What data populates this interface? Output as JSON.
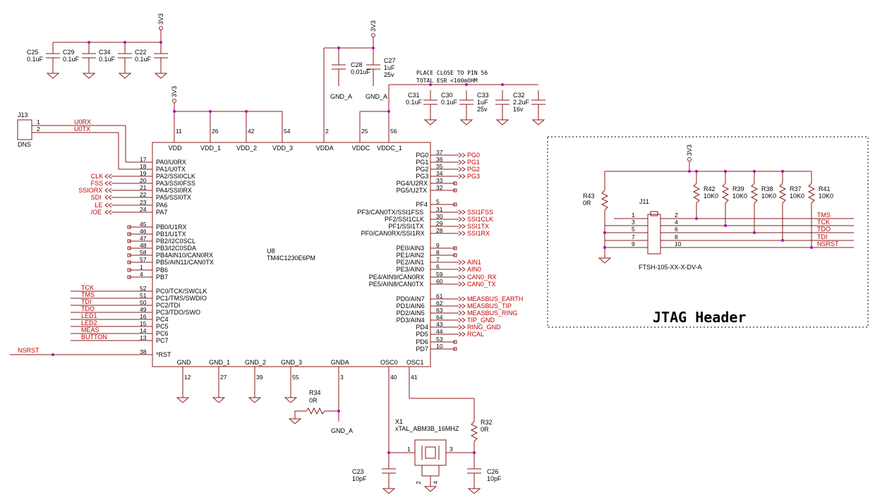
{
  "power": {
    "net": "3V3",
    "gnd_a": "GND_A"
  },
  "caps_top": [
    {
      "ref": "C25",
      "val": "0.1uF"
    },
    {
      "ref": "C29",
      "val": "0.1uF"
    },
    {
      "ref": "C34",
      "val": "0.1uF"
    },
    {
      "ref": "C22",
      "val": "0.1uF"
    }
  ],
  "caps_vdda": [
    {
      "ref": "C28",
      "val": "0.01uF"
    },
    {
      "ref": "C27",
      "val": "1uF",
      "v": "25v"
    }
  ],
  "caps_vddc": [
    {
      "ref": "C31",
      "val": "0.1uF"
    },
    {
      "ref": "C30",
      "val": "0.1uF"
    },
    {
      "ref": "C33",
      "val": "1uF",
      "v": "25v"
    },
    {
      "ref": "C32",
      "val": "2.2uF",
      "v": "16v"
    }
  ],
  "note": {
    "line1": "PLACE CLOSE TO PIN 56",
    "line2": "TOTAL ESR <100mOHM"
  },
  "j13": {
    "ref": "J13",
    "val": "DNS",
    "pins": [
      "1",
      "2"
    ],
    "nets": [
      "U0RX",
      "U0TX"
    ]
  },
  "mcu": {
    "ref": "U8",
    "part": "TM4C1230E6PM",
    "top_pins": [
      {
        "name": "VDD",
        "num": "11"
      },
      {
        "name": "VDD_1",
        "num": "26"
      },
      {
        "name": "VDD_2",
        "num": "42"
      },
      {
        "name": "VDD_3",
        "num": "54"
      },
      {
        "name": "VDDA",
        "num": "2"
      },
      {
        "name": "VDDC",
        "num": "25"
      },
      {
        "name": "VDDC_1",
        "num": "56"
      }
    ],
    "bottom_pins": [
      {
        "name": "GND",
        "num": "12"
      },
      {
        "name": "GND_1",
        "num": "27"
      },
      {
        "name": "GND_2",
        "num": "39"
      },
      {
        "name": "GND_3",
        "num": "55"
      },
      {
        "name": "GNDA",
        "num": "3"
      },
      {
        "name": "OSC0",
        "num": "40"
      },
      {
        "name": "OSC1",
        "num": "41"
      }
    ],
    "left_pins": [
      {
        "name": "PA0/U0RX",
        "num": "17"
      },
      {
        "name": "PA1/U0TX",
        "num": "18"
      },
      {
        "name": "PA2/SSI0CLK",
        "num": "19",
        "sig": "CLK"
      },
      {
        "name": "PA3/SSI0FSS",
        "num": "20",
        "sig": "FSS"
      },
      {
        "name": "PA4/SSI0RX",
        "num": "21",
        "sig": "SSIORX"
      },
      {
        "name": "PA5/SSI0TX",
        "num": "22",
        "sig": "SDI"
      },
      {
        "name": "PA6",
        "num": "23",
        "sig": "LE"
      },
      {
        "name": "PA7",
        "num": "24",
        "sig": "/OE"
      },
      {
        "name": "PB0/U1RX",
        "num": "45"
      },
      {
        "name": "PB1/U1TX",
        "num": "46"
      },
      {
        "name": "PB2/I2C0SCL",
        "num": "47"
      },
      {
        "name": "PB3/I2C0SDA",
        "num": "48"
      },
      {
        "name": "PB4AIN10/CAN0RX",
        "num": "58"
      },
      {
        "name": "PB5/AIN11/CAN0TX",
        "num": "57"
      },
      {
        "name": "PB6",
        "num": "1"
      },
      {
        "name": "PB7",
        "num": "4"
      },
      {
        "name": "PC0/TCK/SWCLK",
        "num": "52",
        "sig": "TCK"
      },
      {
        "name": "PC1/TMS/SWDIO",
        "num": "51",
        "sig": "TMS"
      },
      {
        "name": "PC2/TDI",
        "num": "50",
        "sig": "TDI"
      },
      {
        "name": "PC3/TDO/SWO",
        "num": "49",
        "sig": "TDO"
      },
      {
        "name": "PC4",
        "num": "16",
        "sig": "LED1"
      },
      {
        "name": "PC5",
        "num": "15",
        "sig": "LED2"
      },
      {
        "name": "PC6",
        "num": "14",
        "sig": "MEAS"
      },
      {
        "name": "PC7",
        "num": "13",
        "sig": "BUTTON"
      },
      {
        "name": "*RST",
        "num": "38",
        "sig": "NSRST"
      }
    ],
    "right_pins": [
      {
        "name": "PG0",
        "num": "37",
        "sig": "PG0"
      },
      {
        "name": "PG1",
        "num": "36",
        "sig": "PG1"
      },
      {
        "name": "PG2",
        "num": "35",
        "sig": "PG2"
      },
      {
        "name": "PG3",
        "num": "34",
        "sig": "PG3"
      },
      {
        "name": "PG4/U2RX",
        "num": "33"
      },
      {
        "name": "PG5/U2TX",
        "num": "32"
      },
      {
        "name": "PF4",
        "num": "5"
      },
      {
        "name": "PF3/CAN0TX/SSI1FSS",
        "num": "31",
        "sig": "SSI1FSS"
      },
      {
        "name": "PF2/SSI1CLK",
        "num": "30",
        "sig": "SSI1CLK"
      },
      {
        "name": "PF1/SSI1TX",
        "num": "29",
        "sig": "SSI1TX"
      },
      {
        "name": "PF0/CAN0RX/SSI1RX",
        "num": "28",
        "sig": "SSI1RX"
      },
      {
        "name": "PE0/AIN3",
        "num": "9"
      },
      {
        "name": "PE1/AIN2",
        "num": "8"
      },
      {
        "name": "PE2/AIN1",
        "num": "7",
        "sig": "AIN1"
      },
      {
        "name": "PE3/AIN0",
        "num": "6",
        "sig": "AIN0"
      },
      {
        "name": "PE4/AIN9/CAN0RX",
        "num": "59",
        "sig": "CAN0_RX"
      },
      {
        "name": "PE5/AIN8/CAN0TX",
        "num": "60",
        "sig": "CAN0_TX"
      },
      {
        "name": "PD0/AIN7",
        "num": "61",
        "sig": "MEASBUS_EARTH"
      },
      {
        "name": "PD1/AIN6",
        "num": "62",
        "sig": "MEASBUS_TIP"
      },
      {
        "name": "PD2/AIN5",
        "num": "63",
        "sig": "MEASBUS_RING"
      },
      {
        "name": "PD3/AIN4",
        "num": "64",
        "sig": "TIP_GND"
      },
      {
        "name": "PD4",
        "num": "43",
        "sig": "RING_GND"
      },
      {
        "name": "PD5",
        "num": "44",
        "sig": "RCAL"
      },
      {
        "name": "PD6",
        "num": "53"
      },
      {
        "name": "PD7",
        "num": "10"
      }
    ]
  },
  "r34": {
    "ref": "R34",
    "val": "0R"
  },
  "r32": {
    "ref": "R32",
    "val": "0R"
  },
  "x1": {
    "ref": "X1",
    "val": "xTAL_ABM3B_16MHZ",
    "pins": [
      "1",
      "2",
      "3",
      "4"
    ]
  },
  "c23": {
    "ref": "C23",
    "val": "10pF"
  },
  "c26": {
    "ref": "C26",
    "val": "10pF"
  },
  "jtag": {
    "title": "JTAG Header",
    "conn_ref": "J11",
    "conn_part": "FTSH-105-XX-X-DV-A",
    "r43": {
      "ref": "R43",
      "val": "0R"
    },
    "pullups": [
      {
        "ref": "R42",
        "val": "10K0"
      },
      {
        "ref": "R39",
        "val": "10K0"
      },
      {
        "ref": "R38",
        "val": "10K0"
      },
      {
        "ref": "R37",
        "val": "10K0"
      },
      {
        "ref": "R41",
        "val": "10K0"
      }
    ],
    "left_pins": [
      "1",
      "3",
      "5",
      "7",
      "9"
    ],
    "right_pins": [
      "2",
      "4",
      "6",
      "8",
      "10"
    ],
    "signals": [
      "TMS",
      "TCK",
      "TDO",
      "TDI",
      "NSRST"
    ]
  }
}
